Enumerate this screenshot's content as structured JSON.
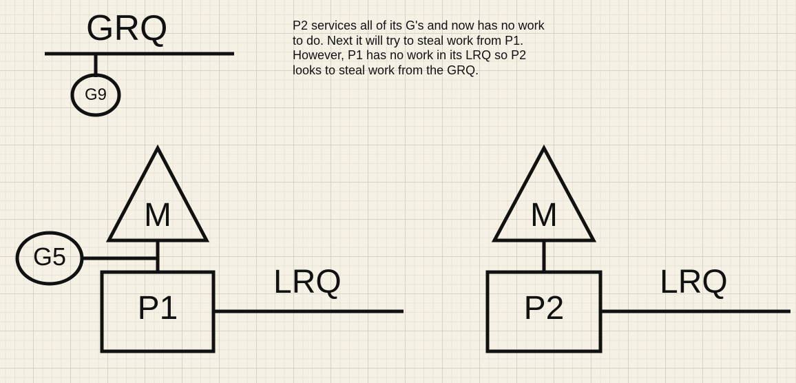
{
  "global_queue": {
    "label": "GRQ",
    "goroutines": [
      "G9"
    ]
  },
  "description": "P2 services all of its G's and now has no work\nto do. Next it will try to steal work from P1.\nHowever, P1 has no work in its LRQ so P2\nlooks to steal work from the GRQ.",
  "processors": [
    {
      "machine_label": "M",
      "processor_label": "P1",
      "running_goroutine": "G5",
      "local_queue_label": "LRQ"
    },
    {
      "machine_label": "M",
      "processor_label": "P2",
      "local_queue_label": "LRQ"
    }
  ]
}
